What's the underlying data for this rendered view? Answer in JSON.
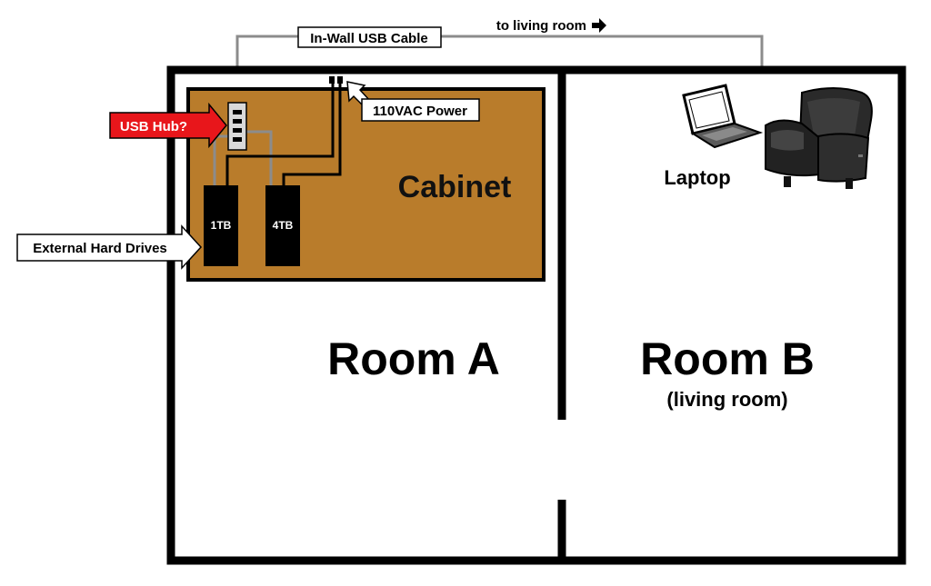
{
  "labels": {
    "cable": "In-Wall USB Cable",
    "to_living": "to living room",
    "power": "110VAC Power",
    "usb_hub": "USB Hub?",
    "cabinet": "Cabinet",
    "drive1": "1TB",
    "drive2": "4TB",
    "external": "External Hard Drives",
    "laptop": "Laptop",
    "room_a": "Room A",
    "room_b": "Room B",
    "room_b_sub": "(living room)"
  },
  "colors": {
    "cabinet": "#b97c2b",
    "wall": "#000000",
    "hub_callout": "#e8161b",
    "cable_gray": "#8c8c8c",
    "hub_body": "#d9d9d9",
    "chair": "#2a2a2a"
  },
  "icons": [
    "arrow-right-icon",
    "laptop-icon",
    "recliner-icon",
    "usb-hub-icon",
    "power-plug-icon"
  ]
}
